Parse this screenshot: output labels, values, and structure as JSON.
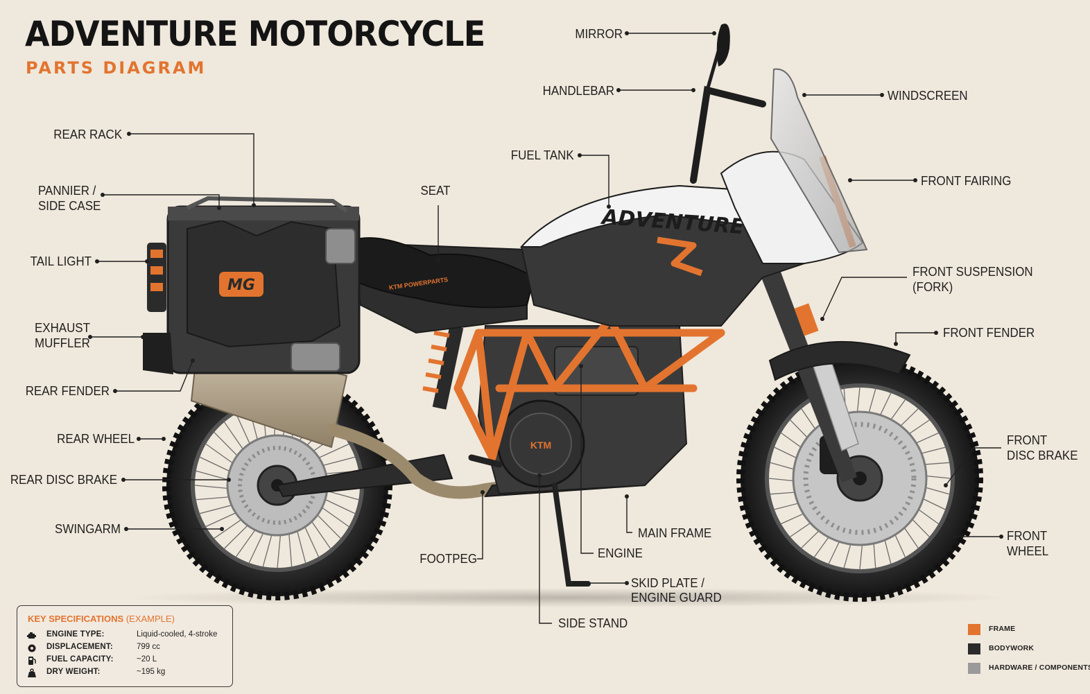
{
  "header": {
    "title": "ADVENTURE MOTORCYCLE",
    "subtitle": "PARTS DIAGRAM"
  },
  "labels": {
    "mirror": "MIRROR",
    "handlebar": "HANDLEBAR",
    "windscreen": "WINDSCREEN",
    "rear_rack": "REAR RACK",
    "fuel_tank": "FUEL TANK",
    "front_fairing": "FRONT FAIRING",
    "pannier_line1": "PANNIER /",
    "pannier_line2": "SIDE CASE",
    "seat": "SEAT",
    "tail_light": "TAIL LIGHT",
    "front_suspension_line1": "FRONT SUSPENSION",
    "front_suspension_line2": "(FORK)",
    "exhaust_line1": "EXHAUST",
    "exhaust_line2": "MUFFLER",
    "front_fender": "FRONT FENDER",
    "rear_fender": "REAR FENDER",
    "rear_wheel": "REAR WHEEL",
    "front_disc_line1": "FRONT",
    "front_disc_line2": "DISC BRAKE",
    "rear_disc_brake": "REAR DISC BRAKE",
    "swingarm": "SWINGARM",
    "main_frame": "MAIN FRAME",
    "front_wheel_line1": "FRONT",
    "front_wheel_line2": "WHEEL",
    "footpeg": "FOOTPEG",
    "engine": "ENGINE",
    "skid_line1": "SKID PLATE /",
    "skid_line2": "ENGINE GUARD",
    "side_stand": "SIDE STAND"
  },
  "bike_graphics": {
    "case_badge": "MG",
    "tank_graphic": "ADVENTURE",
    "seat_brand": "KTM POWERPARTS",
    "engine_cover_text": "KTM"
  },
  "specs": {
    "title": "KEY SPECIFICATIONS",
    "title_note": "(EXAMPLE)",
    "rows": [
      {
        "key": "ENGINE TYPE:",
        "value": "Liquid-cooled, 4-stroke",
        "icon": "engine-icon"
      },
      {
        "key": "DISPLACEMENT:",
        "value": "799 cc",
        "icon": "piston-icon"
      },
      {
        "key": "FUEL CAPACITY:",
        "value": "~20 L",
        "icon": "fuel-pump-icon"
      },
      {
        "key": "DRY WEIGHT:",
        "value": "~195 kg",
        "icon": "weight-icon"
      }
    ]
  },
  "legend": {
    "items": [
      {
        "label": "FRAME",
        "color": "#e2742f"
      },
      {
        "label": "BODYWORK",
        "color": "#2b2b2b"
      },
      {
        "label": "HARDWARE / COMPONENTS",
        "color": "#9a9a9a"
      }
    ]
  },
  "colors": {
    "background": "#efe8dc",
    "accent": "#e2742f",
    "ink": "#1f1f1f"
  }
}
